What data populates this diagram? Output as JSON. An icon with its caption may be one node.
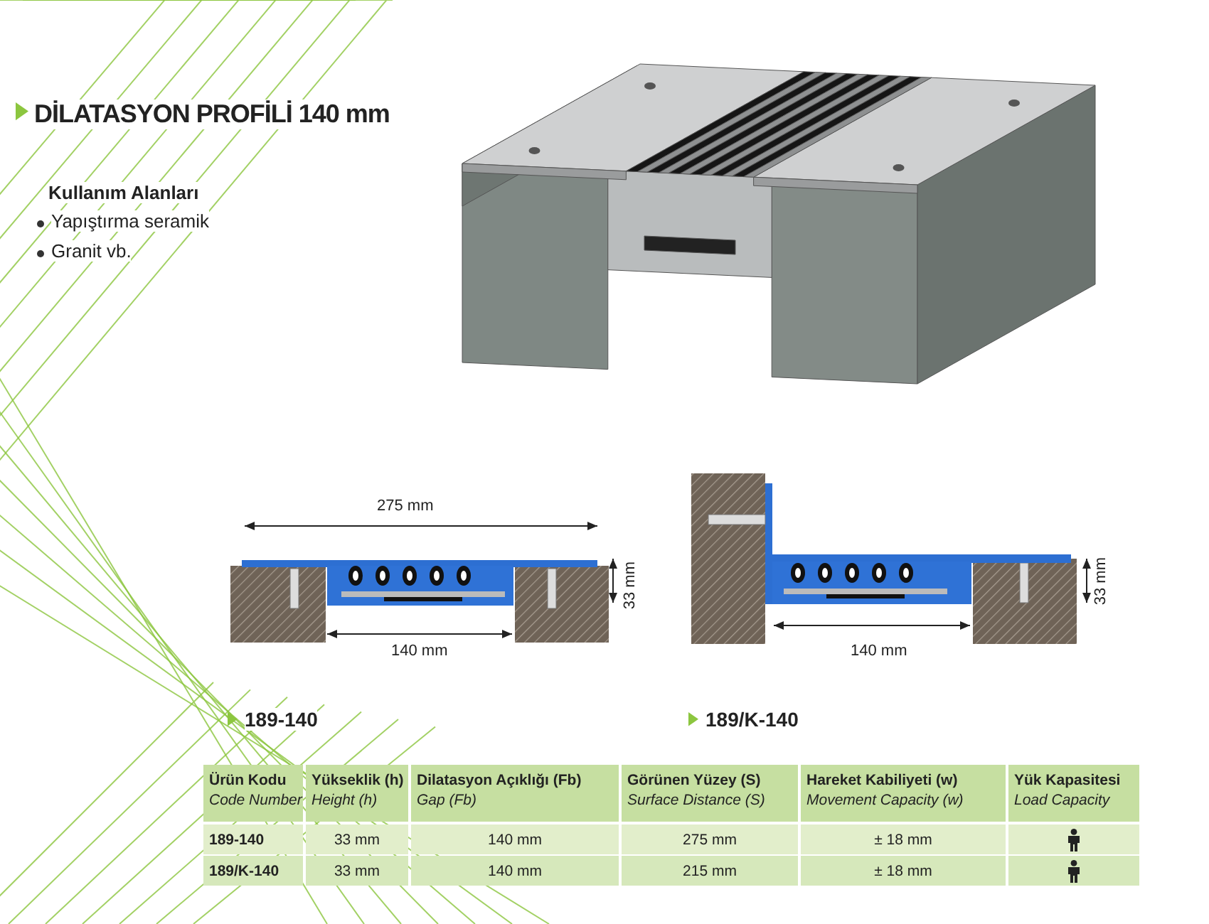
{
  "diagram": {
    "title": "DİLATASYON PROFİLİ 140 mm",
    "labels": [
      "Kullanım Alanları",
      "Yapıştırma seramik",
      "Granit vb.",
      "275 mm",
      "33 mm",
      "140 mm",
      "189-140",
      "33 mm",
      "140 mm",
      "189/K-140",
      "Ürün Kodu",
      "Code Number",
      "Yükseklik (h)",
      "Height (h)",
      "Dilatasyon Açıklığı (Fb)",
      "Gap (Fb)",
      "Görünen Yüzey (S)",
      "Surface Distance (S)",
      "Hareket Kabiliyeti (w)",
      "Movement Capacity (w)",
      "Yük Kapasitesi",
      "Load Capacity",
      "189-140",
      "33 mm",
      "140 mm",
      "275 mm",
      "± 18 mm",
      "189/K-140",
      "33 mm",
      "140 mm",
      "215 mm",
      "± 18 mm"
    ]
  }
}
